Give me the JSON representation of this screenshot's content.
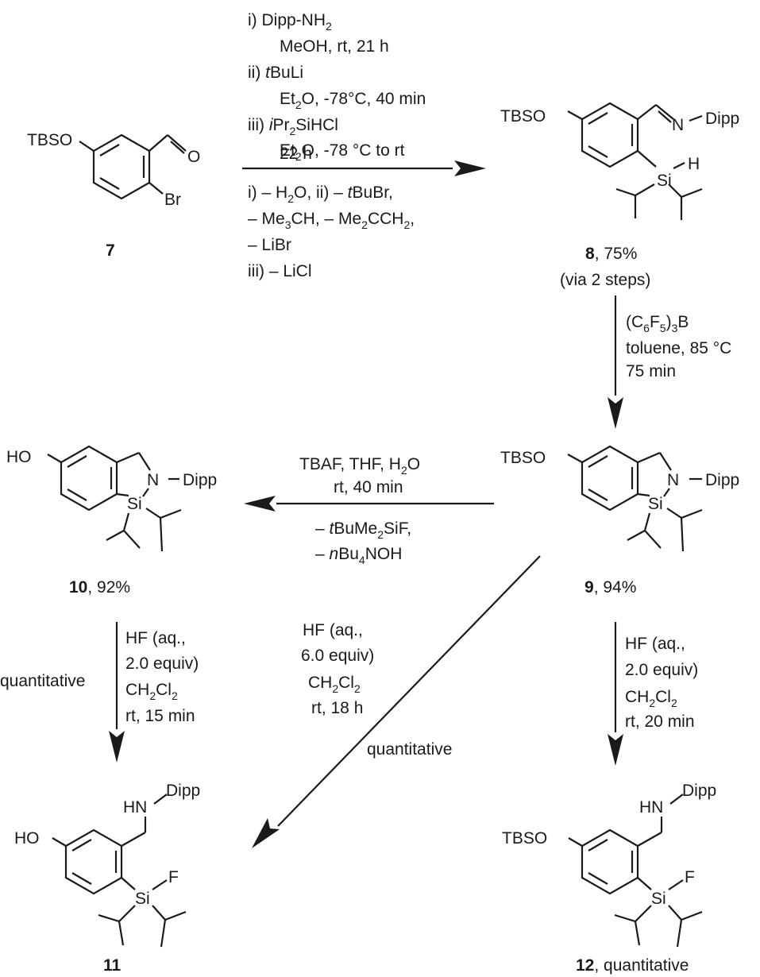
{
  "compounds": {
    "c7": {
      "label": "7",
      "tbso": "TBSO",
      "br": "Br",
      "o": "O"
    },
    "c8": {
      "label": "8",
      "yield": ", 75%",
      "note": "(via 2 steps)",
      "tbso": "TBSO",
      "n": "N",
      "dipp": "Dipp",
      "si": "Si",
      "h": "H"
    },
    "c9": {
      "label": "9",
      "yield": ", 94%",
      "tbso": "TBSO",
      "n": "N",
      "dipp": "Dipp",
      "si": "Si"
    },
    "c10": {
      "label": "10",
      "yield": ", 92%",
      "ho": "HO",
      "n": "N",
      "dipp": "Dipp",
      "si": "Si"
    },
    "c11": {
      "label": "11",
      "ho": "HO",
      "hn": "HN",
      "dipp": "Dipp",
      "si": "Si",
      "f": "F"
    },
    "c12": {
      "label": "12",
      "yield": ", quantitative",
      "tbso": "TBSO",
      "hn": "HN",
      "dipp": "Dipp",
      "si": "Si",
      "f": "F"
    }
  },
  "steps": {
    "s1": {
      "above": [
        "i)  Dipp-NH",
        "MeOH, rt, 21 h",
        "ii) ",
        "BuLi",
        "Et",
        "O, -78°C, 40 min",
        "iii) ",
        "Pr",
        "SiHCl",
        "Et",
        "O, -78 °C to rt",
        "22 h"
      ],
      "below": [
        "i) – H",
        "O, ii) – ",
        "BuBr,",
        "– Me",
        "CH, – Me",
        "CCH",
        ",",
        "– LiBr",
        "iii) – LiCl"
      ]
    },
    "s2": {
      "lines": [
        "(C",
        "F",
        ")",
        "B",
        "toluene, 85 °C",
        "75 min"
      ]
    },
    "s3": {
      "above": [
        "TBAF, THF, H",
        "O",
        "rt, 40 min"
      ],
      "below": [
        "– ",
        "BuMe",
        "SiF,",
        "– ",
        "Bu",
        "NOH"
      ]
    },
    "s4": {
      "lines": [
        "HF (aq.,",
        "2.0 equiv)",
        "CH",
        "Cl",
        "rt, 15 min"
      ],
      "side": "quantitative"
    },
    "s5": {
      "lines": [
        "HF (aq.,",
        "6.0 equiv)",
        "CH",
        "Cl",
        "rt, 18 h"
      ],
      "below": "quantitative"
    },
    "s6": {
      "lines": [
        "HF (aq.,",
        "2.0 equiv)",
        "CH",
        "Cl",
        "rt, 20 min"
      ]
    }
  },
  "glyphs": {
    "t": "t",
    "i": "i",
    "n": "n",
    "sub2": "2",
    "sub3": "3",
    "sub4": "4",
    "sub5": "5",
    "sub6": "6"
  }
}
